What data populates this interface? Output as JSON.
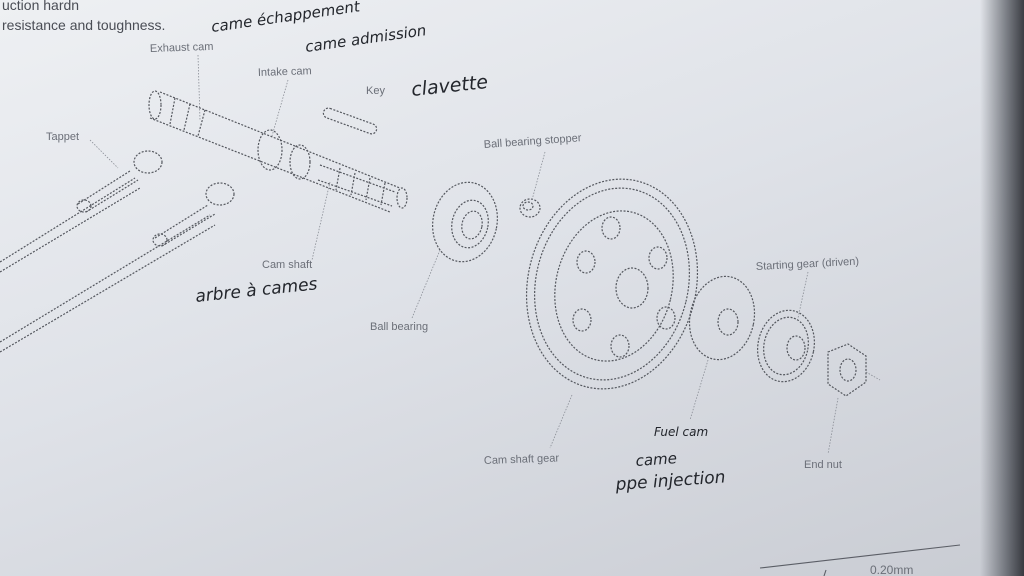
{
  "page": {
    "heading_line1": "uction hardn",
    "heading_line2": "resistance and toughness.",
    "bottom_value": "0.20mm"
  },
  "printed_labels": {
    "exhaust_cam": "Exhaust cam",
    "intake_cam": "Intake cam",
    "key": "Key",
    "tappet": "Tappet",
    "ball_bearing_stopper": "Ball bearing stopper",
    "cam_shaft": "Cam shaft",
    "ball_bearing": "Ball bearing",
    "starting_gear_driven": "Starting gear (driven)",
    "cam_shaft_gear": "Cam shaft gear",
    "fuel_cam": "Fuel cam",
    "end_nut": "End nut"
  },
  "handwritten_notes": {
    "exhaust_cam_fr": "came échappement",
    "intake_cam_fr": "came admission",
    "key_fr": "clavette",
    "cam_shaft_fr": "arbre à cames",
    "fuel_cam_fr_line1": "came",
    "fuel_cam_fr_line2": "ppe injection"
  },
  "colors": {
    "paper": "#e4e7ec",
    "print_ink": "#54575e",
    "hand_ink": "#23262c"
  }
}
